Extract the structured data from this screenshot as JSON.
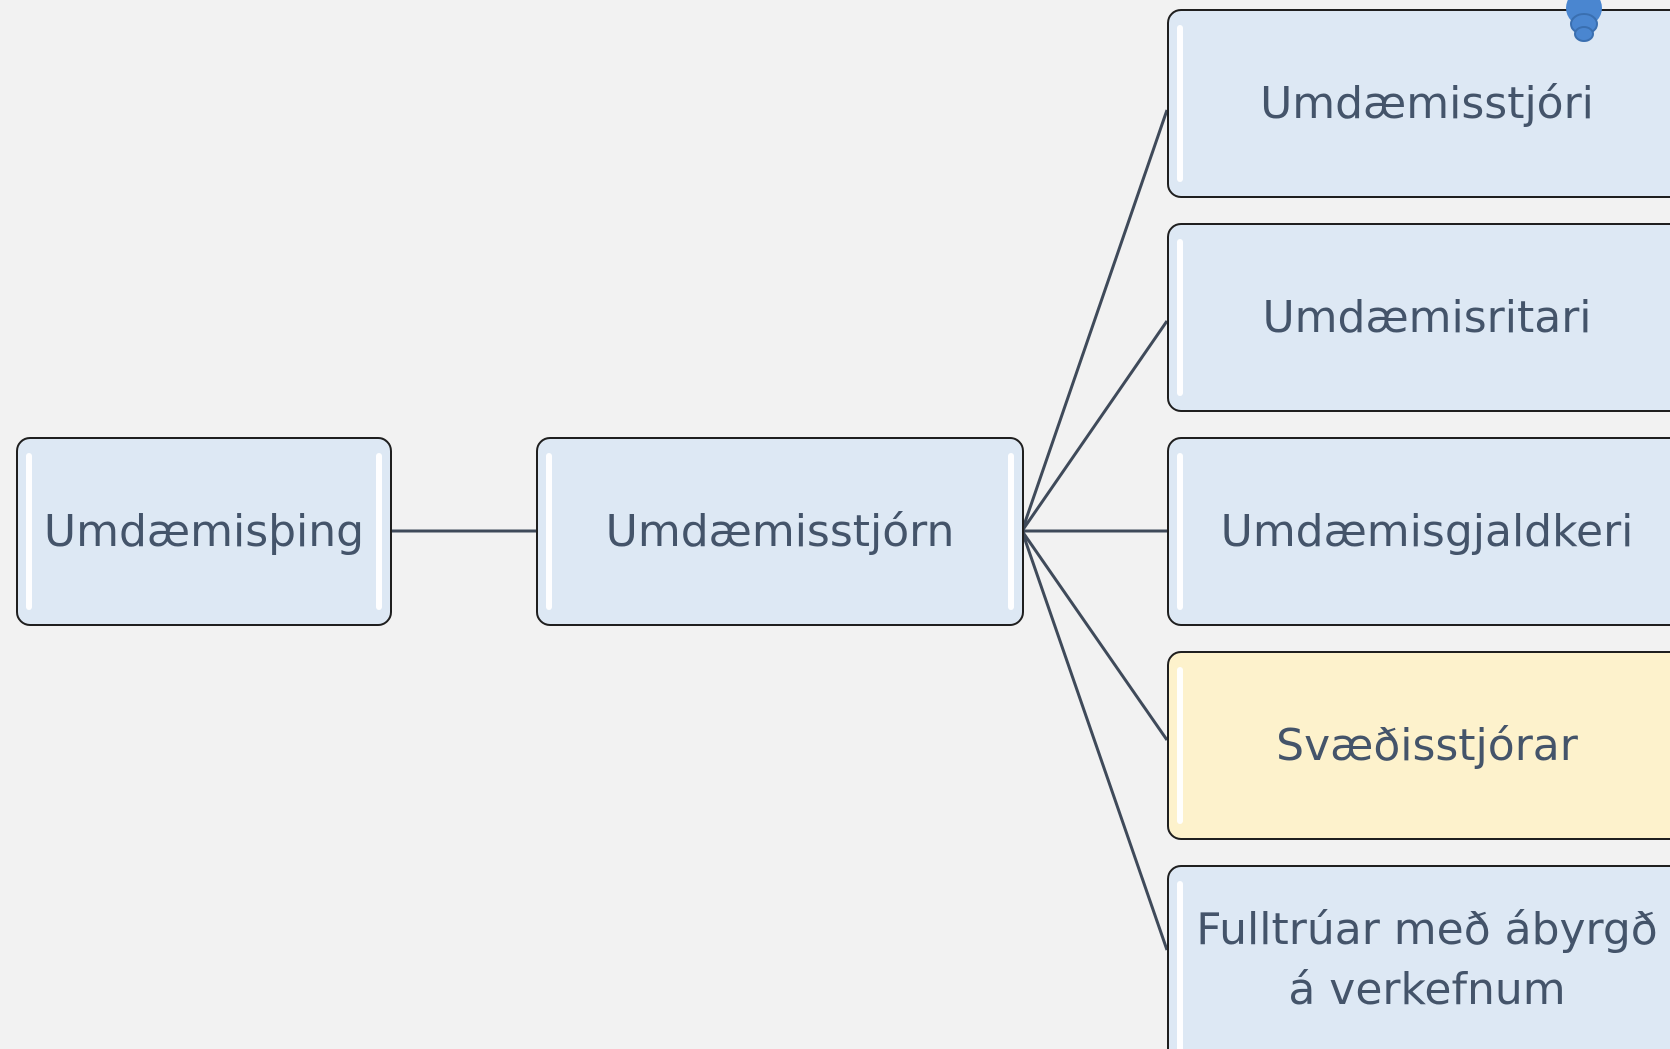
{
  "diagram": {
    "nodes": [
      {
        "id": "root",
        "label": "Umdæmisþing",
        "highlight": false
      },
      {
        "id": "board",
        "label": "Umdæmisstjórn",
        "highlight": false
      },
      {
        "id": "c1",
        "label": "Umdæmisstjóri",
        "highlight": false
      },
      {
        "id": "c2",
        "label": "Umdæmisritari",
        "highlight": false
      },
      {
        "id": "c3",
        "label": "Umdæmisgjaldkeri",
        "highlight": false
      },
      {
        "id": "c4",
        "label": "Svæðisstjórar",
        "highlight": true
      },
      {
        "id": "c5",
        "label": "Fulltrúar með ábyrgð\ná verkefnum",
        "highlight": false
      }
    ],
    "edges": [
      {
        "from": "root",
        "to": "board"
      },
      {
        "from": "board",
        "to": "c1"
      },
      {
        "from": "board",
        "to": "c2"
      },
      {
        "from": "board",
        "to": "c3"
      },
      {
        "from": "board",
        "to": "c4"
      },
      {
        "from": "board",
        "to": "c5"
      }
    ],
    "colors": {
      "node_fill": "#dde8f4",
      "highlight_fill": "#fdf2cc",
      "border": "#1f1f1f",
      "text": "#44546a",
      "connector": "#3f4a5a",
      "background": "#f2f2f2",
      "pin": "#4a86d0"
    },
    "pin_icon": "map-pin-icon"
  }
}
